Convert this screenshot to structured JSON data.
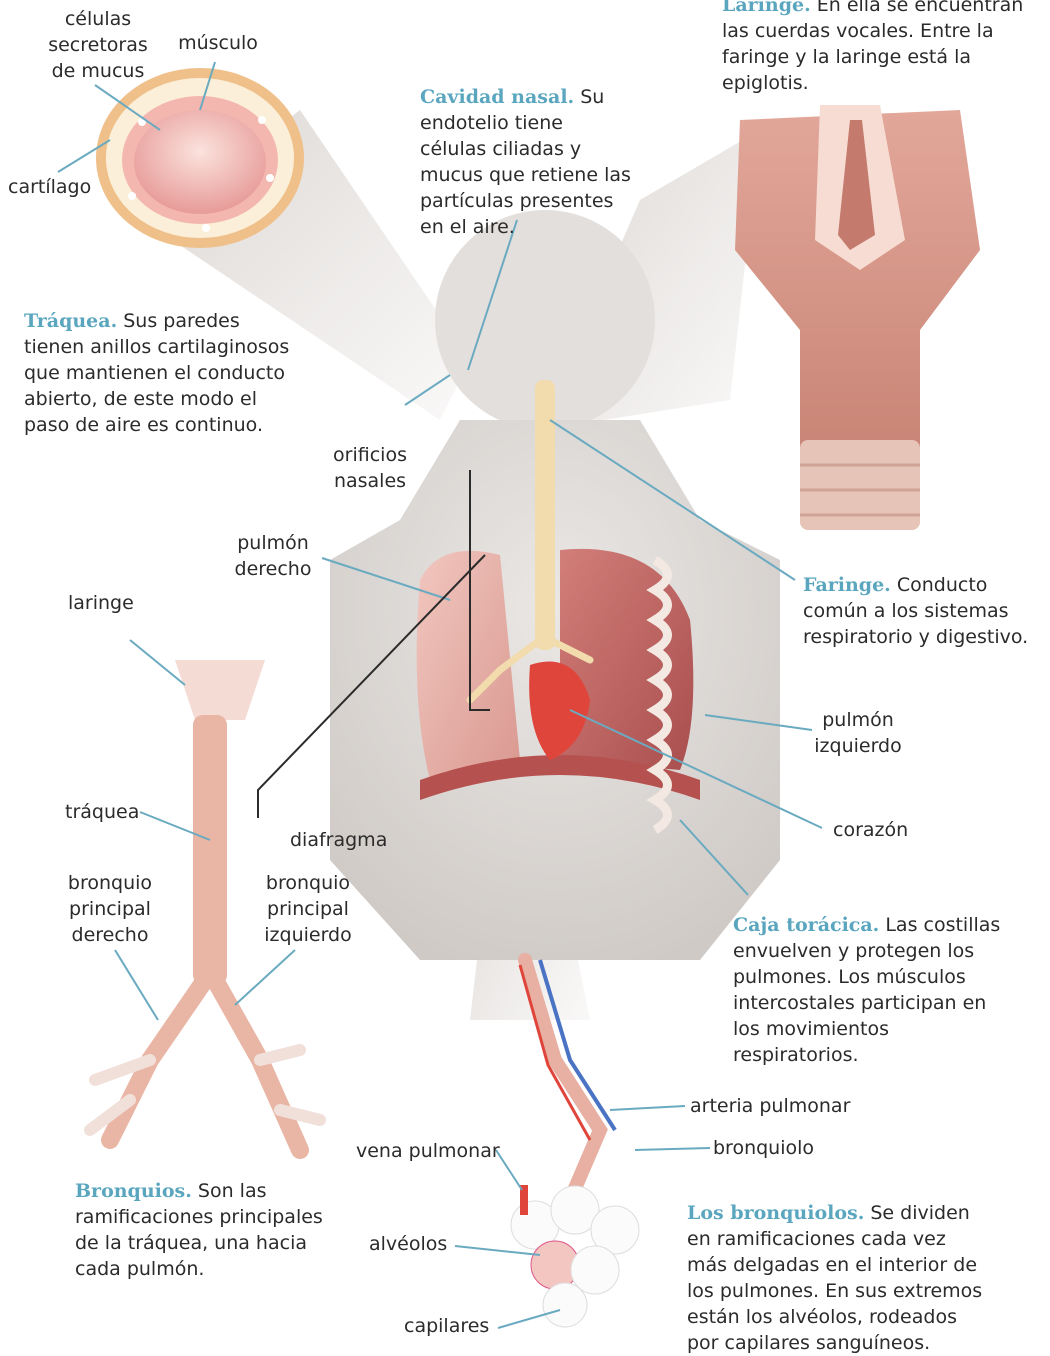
{
  "colors": {
    "accent": "#5aa6bf",
    "text": "#2b2b2b",
    "leader": "#6aaac0",
    "tissue_pink": "#efb3ad",
    "lung": "#c96a68",
    "heart": "#e0453c",
    "vein_blue": "#4a73c4",
    "rib_white": "#f3e9e2"
  },
  "labels": {
    "celulas_secretoras": "células secretoras de mucus",
    "musculo": "músculo",
    "cartilago": "cartílago",
    "orificios_nasales": "orificios nasales",
    "pulmon_derecho": "pulmón derecho",
    "laringe": "laringe",
    "traquea": "tráquea",
    "diafragma": "diafragma",
    "bronquio_derecho": "bronquio principal derecho",
    "bronquio_izquierdo": "bronquio principal izquierdo",
    "pulmon_izquierdo": "pulmón izquierdo",
    "corazon": "corazón",
    "arteria_pulmonar": "arteria pulmonar",
    "bronquiolo": "bronquiolo",
    "vena_pulmonar": "vena pulmonar",
    "alveolos": "alvéolos",
    "capilares": "capilares"
  },
  "callouts": {
    "laringe": {
      "heading": "Laringe.",
      "body": "En ella se encuentran las cuerdas vocales. Entre la faringe y la laringe está la epiglotis."
    },
    "cavidad_nasal": {
      "heading": "Cavidad nasal.",
      "body": "Su endotelio tiene células ciliadas y mucus que retiene las partículas presentes en el aire."
    },
    "traquea": {
      "heading": "Tráquea.",
      "body": "Sus paredes tienen anillos cartilaginosos que mantienen el conducto abierto, de este modo el paso de aire es continuo."
    },
    "faringe": {
      "heading": "Faringe.",
      "body": "Conducto común a los sistemas respiratorio y digestivo."
    },
    "caja_toracica": {
      "heading": "Caja torácica.",
      "body": "Las costillas envuelven y protegen los pulmones. Los músculos intercostales participan en los movimientos respiratorios."
    },
    "bronquios": {
      "heading": "Bronquios.",
      "body": "Son las ramificaciones principales de la tráquea, una hacia cada pulmón."
    },
    "bronquiolos": {
      "heading": "Los bronquiolos.",
      "body": "Se dividen en ramificaciones cada vez más delgadas en el interior de los pulmones. En sus extremos están los alvéolos, rodeados por capilares sanguíneos."
    }
  }
}
